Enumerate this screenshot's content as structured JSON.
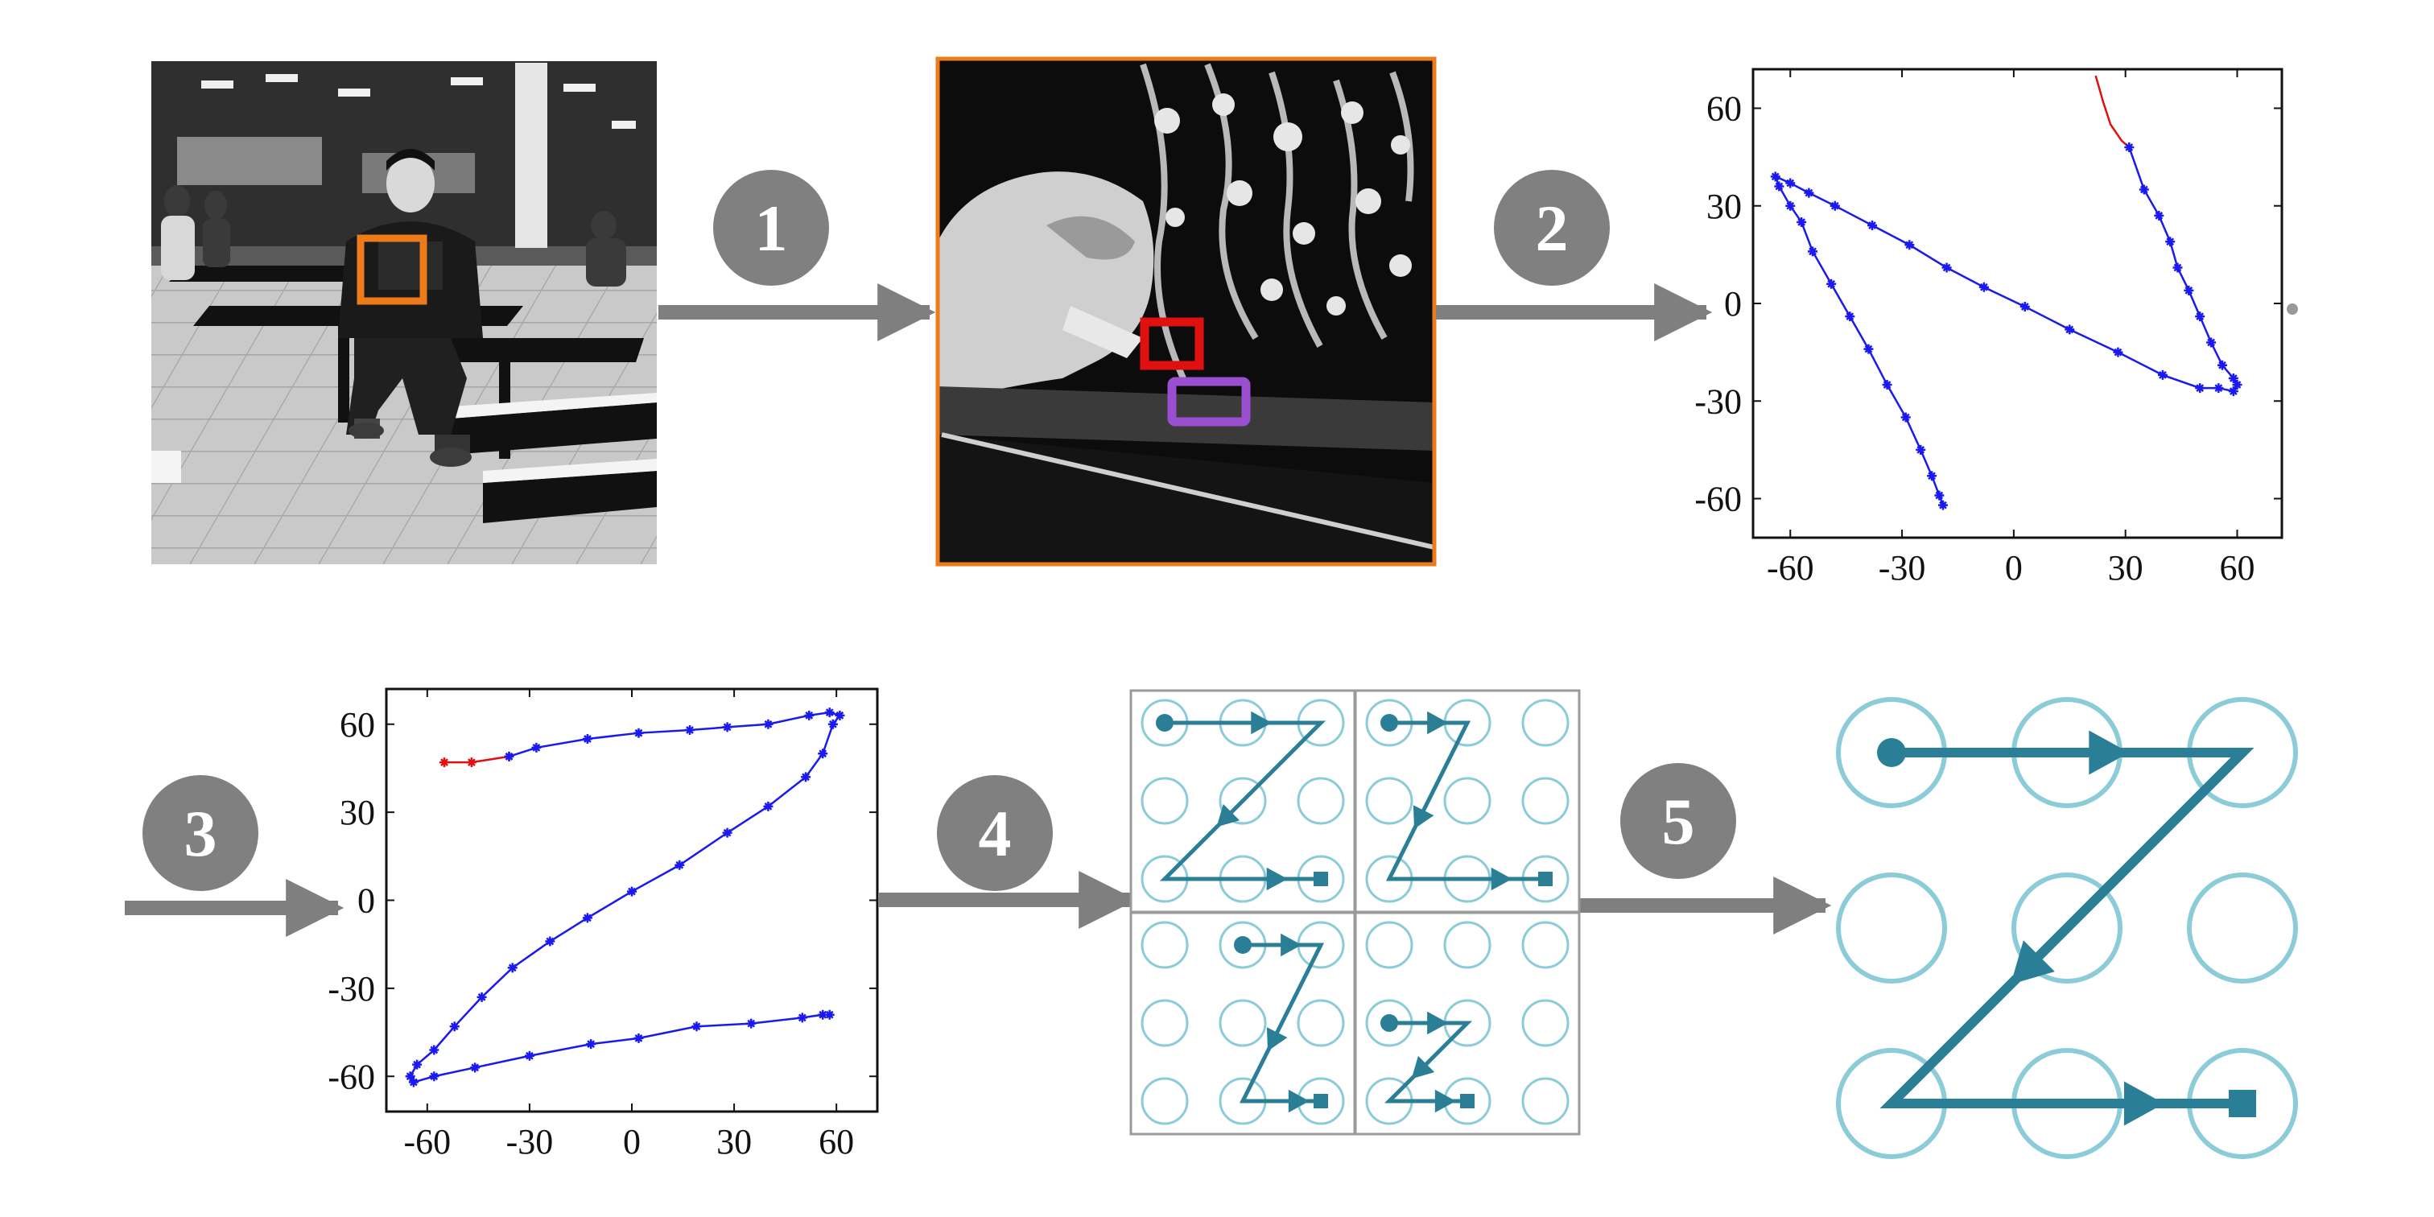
{
  "steps": [
    "1",
    "2",
    "3",
    "4",
    "5"
  ],
  "colors": {
    "arrow": "#7f7f7f",
    "step_badge": "#808080",
    "roi_orange": "#ee7b1a",
    "roi_red": "#e01010",
    "roi_purple": "#9a4fd0",
    "track_blue": "#1a1af0",
    "track_red": "#e01010",
    "pattern_circle": "#8ccbd8",
    "pattern_line": "#2a7f96"
  },
  "photos": {
    "scene": "black-and-white photo of a person using a phone in a cafeteria",
    "closeup": "zoomed black-and-white view of fingers on the phone screen"
  },
  "chart_data": [
    {
      "type": "line",
      "title": "",
      "xlabel": "",
      "ylabel": "",
      "xlim": [
        -70,
        72
      ],
      "ylim": [
        -72,
        72
      ],
      "xticks": [
        "-60",
        "-30",
        "0",
        "30",
        "60"
      ],
      "yticks": [
        "60",
        "30",
        "0",
        "-30",
        "-60"
      ],
      "series": [
        {
          "color": "red",
          "marker": "none",
          "points": [
            [
              22,
              70
            ],
            [
              24,
              62
            ],
            [
              26,
              55
            ],
            [
              29,
              50
            ],
            [
              31,
              48
            ]
          ]
        },
        {
          "color": "blue",
          "marker": "star",
          "points": [
            [
              31,
              48
            ],
            [
              35,
              35
            ],
            [
              39,
              27
            ],
            [
              42,
              19
            ],
            [
              44,
              11
            ],
            [
              47,
              4
            ],
            [
              50,
              -4
            ],
            [
              53,
              -12
            ],
            [
              56,
              -19
            ],
            [
              59,
              -23
            ],
            [
              60,
              -25
            ],
            [
              59,
              -27
            ],
            [
              55,
              -26
            ],
            [
              50,
              -26
            ],
            [
              40,
              -22
            ],
            [
              28,
              -15
            ],
            [
              15,
              -8
            ],
            [
              3,
              -1
            ],
            [
              -8,
              5
            ],
            [
              -18,
              11
            ],
            [
              -28,
              18
            ],
            [
              -38,
              24
            ],
            [
              -48,
              30
            ],
            [
              -55,
              34
            ],
            [
              -60,
              37
            ],
            [
              -64,
              39
            ],
            [
              -63,
              36
            ],
            [
              -60,
              30
            ],
            [
              -57,
              25
            ],
            [
              -54,
              16
            ],
            [
              -49,
              6
            ],
            [
              -44,
              -4
            ],
            [
              -39,
              -14
            ],
            [
              -34,
              -25
            ],
            [
              -29,
              -35
            ],
            [
              -25,
              -45
            ],
            [
              -22,
              -53
            ],
            [
              -20,
              -59
            ],
            [
              -19,
              -62
            ]
          ]
        }
      ]
    },
    {
      "type": "line",
      "title": "",
      "xlabel": "",
      "ylabel": "",
      "xlim": [
        -72,
        72
      ],
      "ylim": [
        -72,
        72
      ],
      "xticks": [
        "-60",
        "-30",
        "0",
        "30",
        "60"
      ],
      "yticks": [
        "60",
        "30",
        "0",
        "-30",
        "-60"
      ],
      "series": [
        {
          "color": "red",
          "marker": "star",
          "points": [
            [
              -55,
              47
            ],
            [
              -47,
              47
            ],
            [
              -36,
              49
            ]
          ]
        },
        {
          "color": "blue",
          "marker": "star",
          "points": [
            [
              -36,
              49
            ],
            [
              -28,
              52
            ],
            [
              -13,
              55
            ],
            [
              2,
              57
            ],
            [
              17,
              58
            ],
            [
              28,
              59
            ],
            [
              40,
              60
            ],
            [
              52,
              63
            ],
            [
              58,
              64
            ],
            [
              61,
              63
            ],
            [
              59,
              60
            ],
            [
              56,
              50
            ],
            [
              51,
              42
            ],
            [
              40,
              32
            ],
            [
              28,
              23
            ],
            [
              14,
              12
            ],
            [
              0,
              3
            ],
            [
              -13,
              -6
            ],
            [
              -24,
              -14
            ],
            [
              -35,
              -23
            ],
            [
              -44,
              -33
            ],
            [
              -52,
              -43
            ],
            [
              -58,
              -51
            ],
            [
              -63,
              -56
            ],
            [
              -65,
              -60
            ],
            [
              -64,
              -62
            ],
            [
              -58,
              -60
            ],
            [
              -46,
              -57
            ],
            [
              -30,
              -53
            ],
            [
              -12,
              -49
            ],
            [
              2,
              -47
            ],
            [
              19,
              -43
            ],
            [
              35,
              -42
            ],
            [
              50,
              -40
            ],
            [
              56,
              -39
            ],
            [
              58,
              -39
            ]
          ]
        }
      ]
    }
  ],
  "patterns": {
    "candidates": [
      [
        [
          0,
          0
        ],
        [
          2,
          0
        ],
        [
          0,
          2
        ],
        [
          2,
          2
        ]
      ],
      [
        [
          0,
          0
        ],
        [
          1,
          0
        ],
        [
          0,
          2
        ],
        [
          2,
          2
        ]
      ],
      [
        [
          1,
          0
        ],
        [
          2,
          0
        ],
        [
          1,
          2
        ],
        [
          2,
          2
        ]
      ],
      [
        [
          0,
          1
        ],
        [
          1,
          1
        ],
        [
          0,
          2
        ],
        [
          1,
          2
        ]
      ]
    ],
    "result": [
      [
        0,
        0
      ],
      [
        2,
        0
      ],
      [
        0,
        2
      ],
      [
        2,
        2
      ]
    ]
  }
}
